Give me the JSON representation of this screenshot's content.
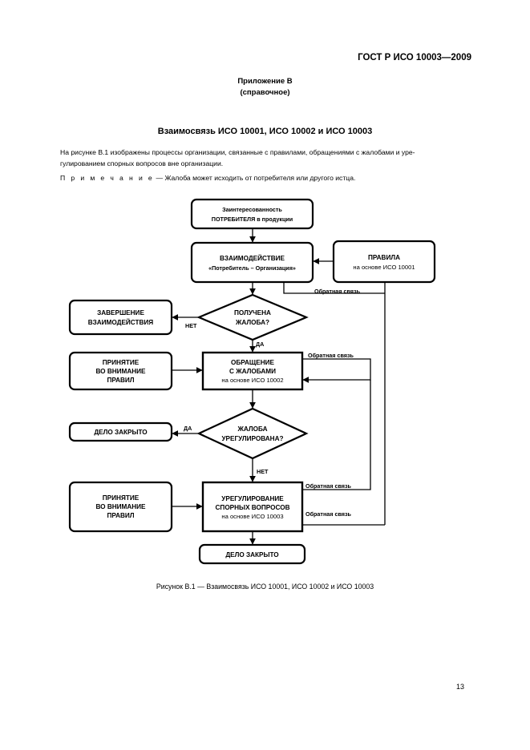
{
  "header": {
    "standard": "ГОСТ Р ИСО 10003—2009"
  },
  "annex": {
    "title": "Приложение В",
    "status": "(справочное)"
  },
  "section_title": "Взаимосвязь ИСО 10001, ИСО 10002 и ИСО 10003",
  "intro": {
    "line1": "На рисунке В.1 изображены процессы организации, связанные с правилами, обращениями с жалобами и уре-",
    "line2": "гулированием спорных вопросов вне организации."
  },
  "note": {
    "label": "П р и м е ч а н и е",
    "text": " — Жалоба может исходить от потребителя или другого истца."
  },
  "flowchart": {
    "interest": {
      "line1": "Заинтересованность",
      "line2": "ПОТРЕБИТЕЛЯ в продукции"
    },
    "interaction": {
      "line1": "ВЗАИМОДЕЙСТВИЕ",
      "line2": "«Потребитель – Организация»"
    },
    "rules": {
      "line1": "ПРАВИЛА",
      "line2": "на основе ИСО 10001"
    },
    "end_interaction": {
      "line1": "ЗАВЕРШЕНИЕ",
      "line2": "ВЗАИМОДЕЙСТВИЯ"
    },
    "complaint_received": {
      "line1": "ПОЛУЧЕНА",
      "line2": "ЖАЛОБА?"
    },
    "accept_rules_1": {
      "line1": "ПРИНЯТИЕ",
      "line2": "ВО ВНИМАНИЕ",
      "line3": "ПРАВИЛ"
    },
    "complaint_handling": {
      "line1": "ОБРАЩЕНИЕ",
      "line2": "С ЖАЛОБАМИ",
      "line3": "на основе ИСО 10002"
    },
    "case_closed_1": "ДЕЛО ЗАКРЫТО",
    "complaint_resolved": {
      "line1": "ЖАЛОБА",
      "line2": "УРЕГУЛИРОВАНА?"
    },
    "accept_rules_2": {
      "line1": "ПРИНЯТИЕ",
      "line2": "ВО ВНИМАНИЕ",
      "line3": "ПРАВИЛ"
    },
    "dispute_resolution": {
      "line1": "УРЕГУЛИРОВАНИЕ",
      "line2": "СПОРНЫХ ВОПРОСОВ",
      "line3": "на основе ИСО 10003"
    },
    "case_closed_2": "ДЕЛО ЗАКРЫТО",
    "labels": {
      "no_1": "НЕТ",
      "yes_1": "ДА",
      "yes_2": "ДА",
      "no_2": "НЕТ",
      "feedback_1": "Обратная связь",
      "feedback_2": "Обратная связь",
      "feedback_3": "Обратная связь",
      "feedback_4": "Обратная связь"
    }
  },
  "caption": "Рисунок В.1 — Взаимосвязь ИСО 10001, ИСО 10002 и ИСО 10003",
  "page_number": "13"
}
